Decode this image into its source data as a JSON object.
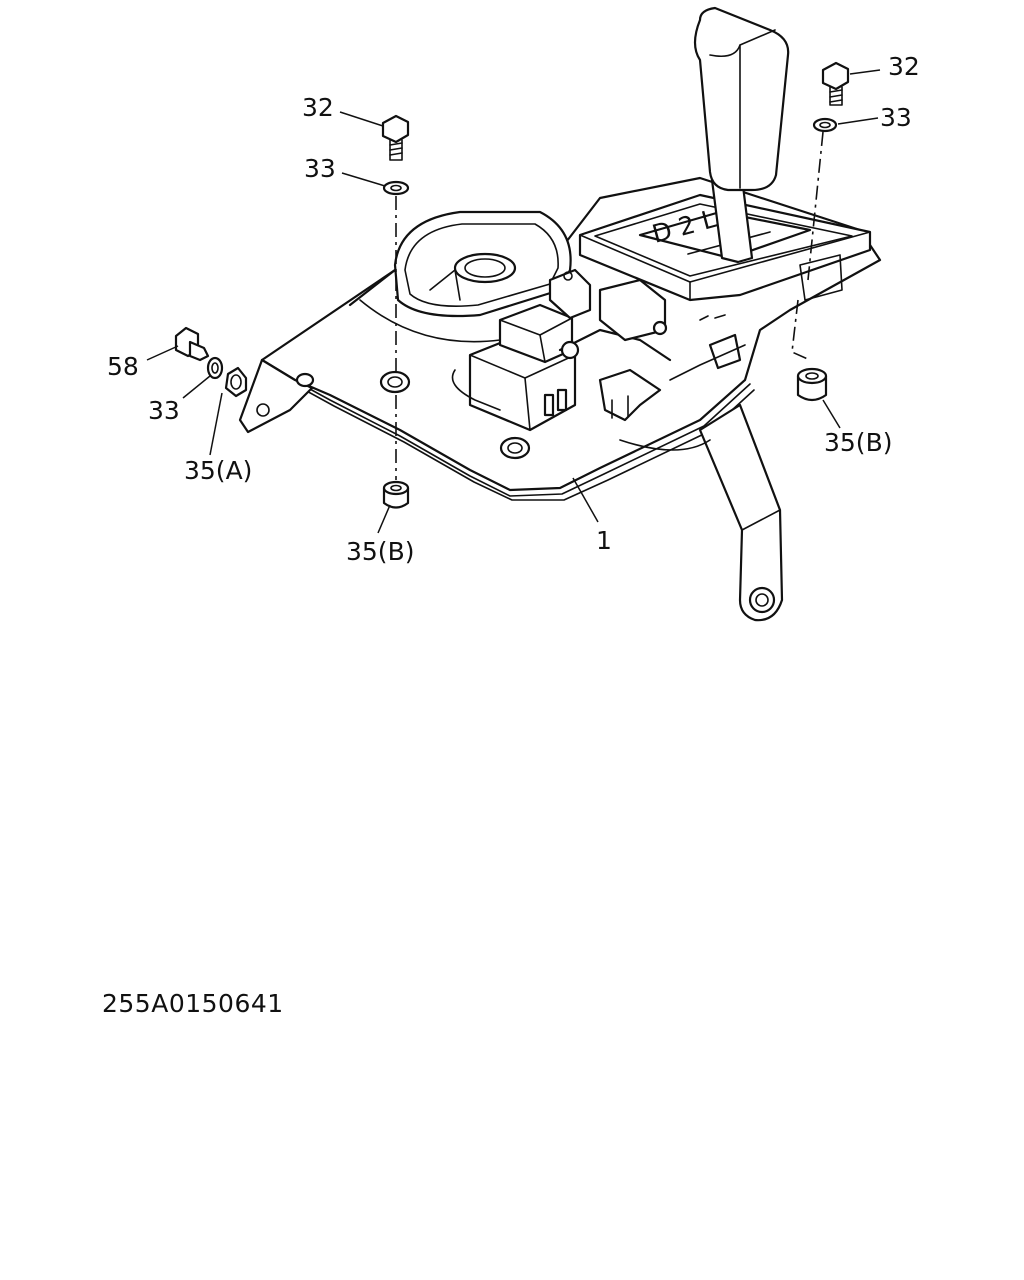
{
  "labels": {
    "bolt_left": "32",
    "bolt_right": "32",
    "washer_left": "33",
    "washer_right": "33",
    "washer_side": "33",
    "screw_side": "58",
    "bushing_a": "35(A)",
    "bushing_b_bottom": "35(B)",
    "bushing_b_right": "35(B)",
    "bracket": "1"
  },
  "drawing_code": "255A0150641"
}
